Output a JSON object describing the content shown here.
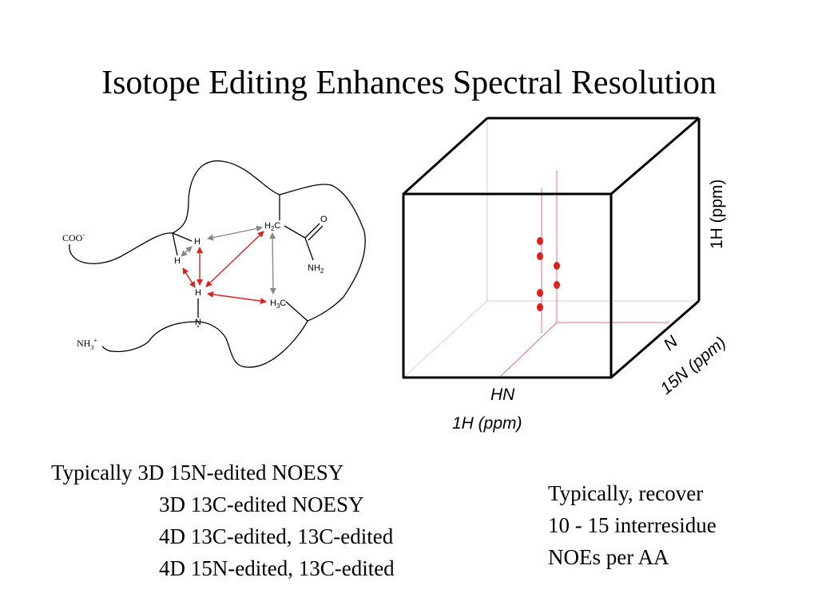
{
  "slide": {
    "title": "Isotope Editing Enhances Spectral Resolution"
  },
  "molecule": {
    "coo_label": "COO",
    "coo_charge": "-",
    "nh3_label": "NH",
    "nh3_sub": "3",
    "nh3_charge": "+",
    "h_top": "H",
    "h_left": "H",
    "h_mid": "H",
    "n_label": "N",
    "h2c_h": "H",
    "h2c_sub": "2",
    "h2c_c": "C",
    "o_label": "O",
    "nh2_label": "NH",
    "nh2_sub": "2",
    "h3c_h": "H",
    "h3c_sub": "3",
    "h3c_c": "C",
    "colors": {
      "noe_red": "#e0201c",
      "noe_gray": "#888888",
      "peak": "#e0201c",
      "strip": "#e8689a"
    }
  },
  "cube": {
    "axis_vertical": "1H (ppm)",
    "axis_hn": "HN",
    "axis_horizontal": "1H (ppm)",
    "axis_n": "N",
    "axis_depth": "15N (ppm)"
  },
  "notes": {
    "left": {
      "prefix": "Typically",
      "lines": [
        "3D 15N-edited NOESY",
        "3D 13C-edited NOESY",
        "4D 13C-edited, 13C-edited",
        "4D 15N-edited, 13C-edited"
      ]
    },
    "right": {
      "lines": [
        "Typically, recover",
        "10 - 15 interresidue",
        "NOEs per AA"
      ]
    }
  }
}
